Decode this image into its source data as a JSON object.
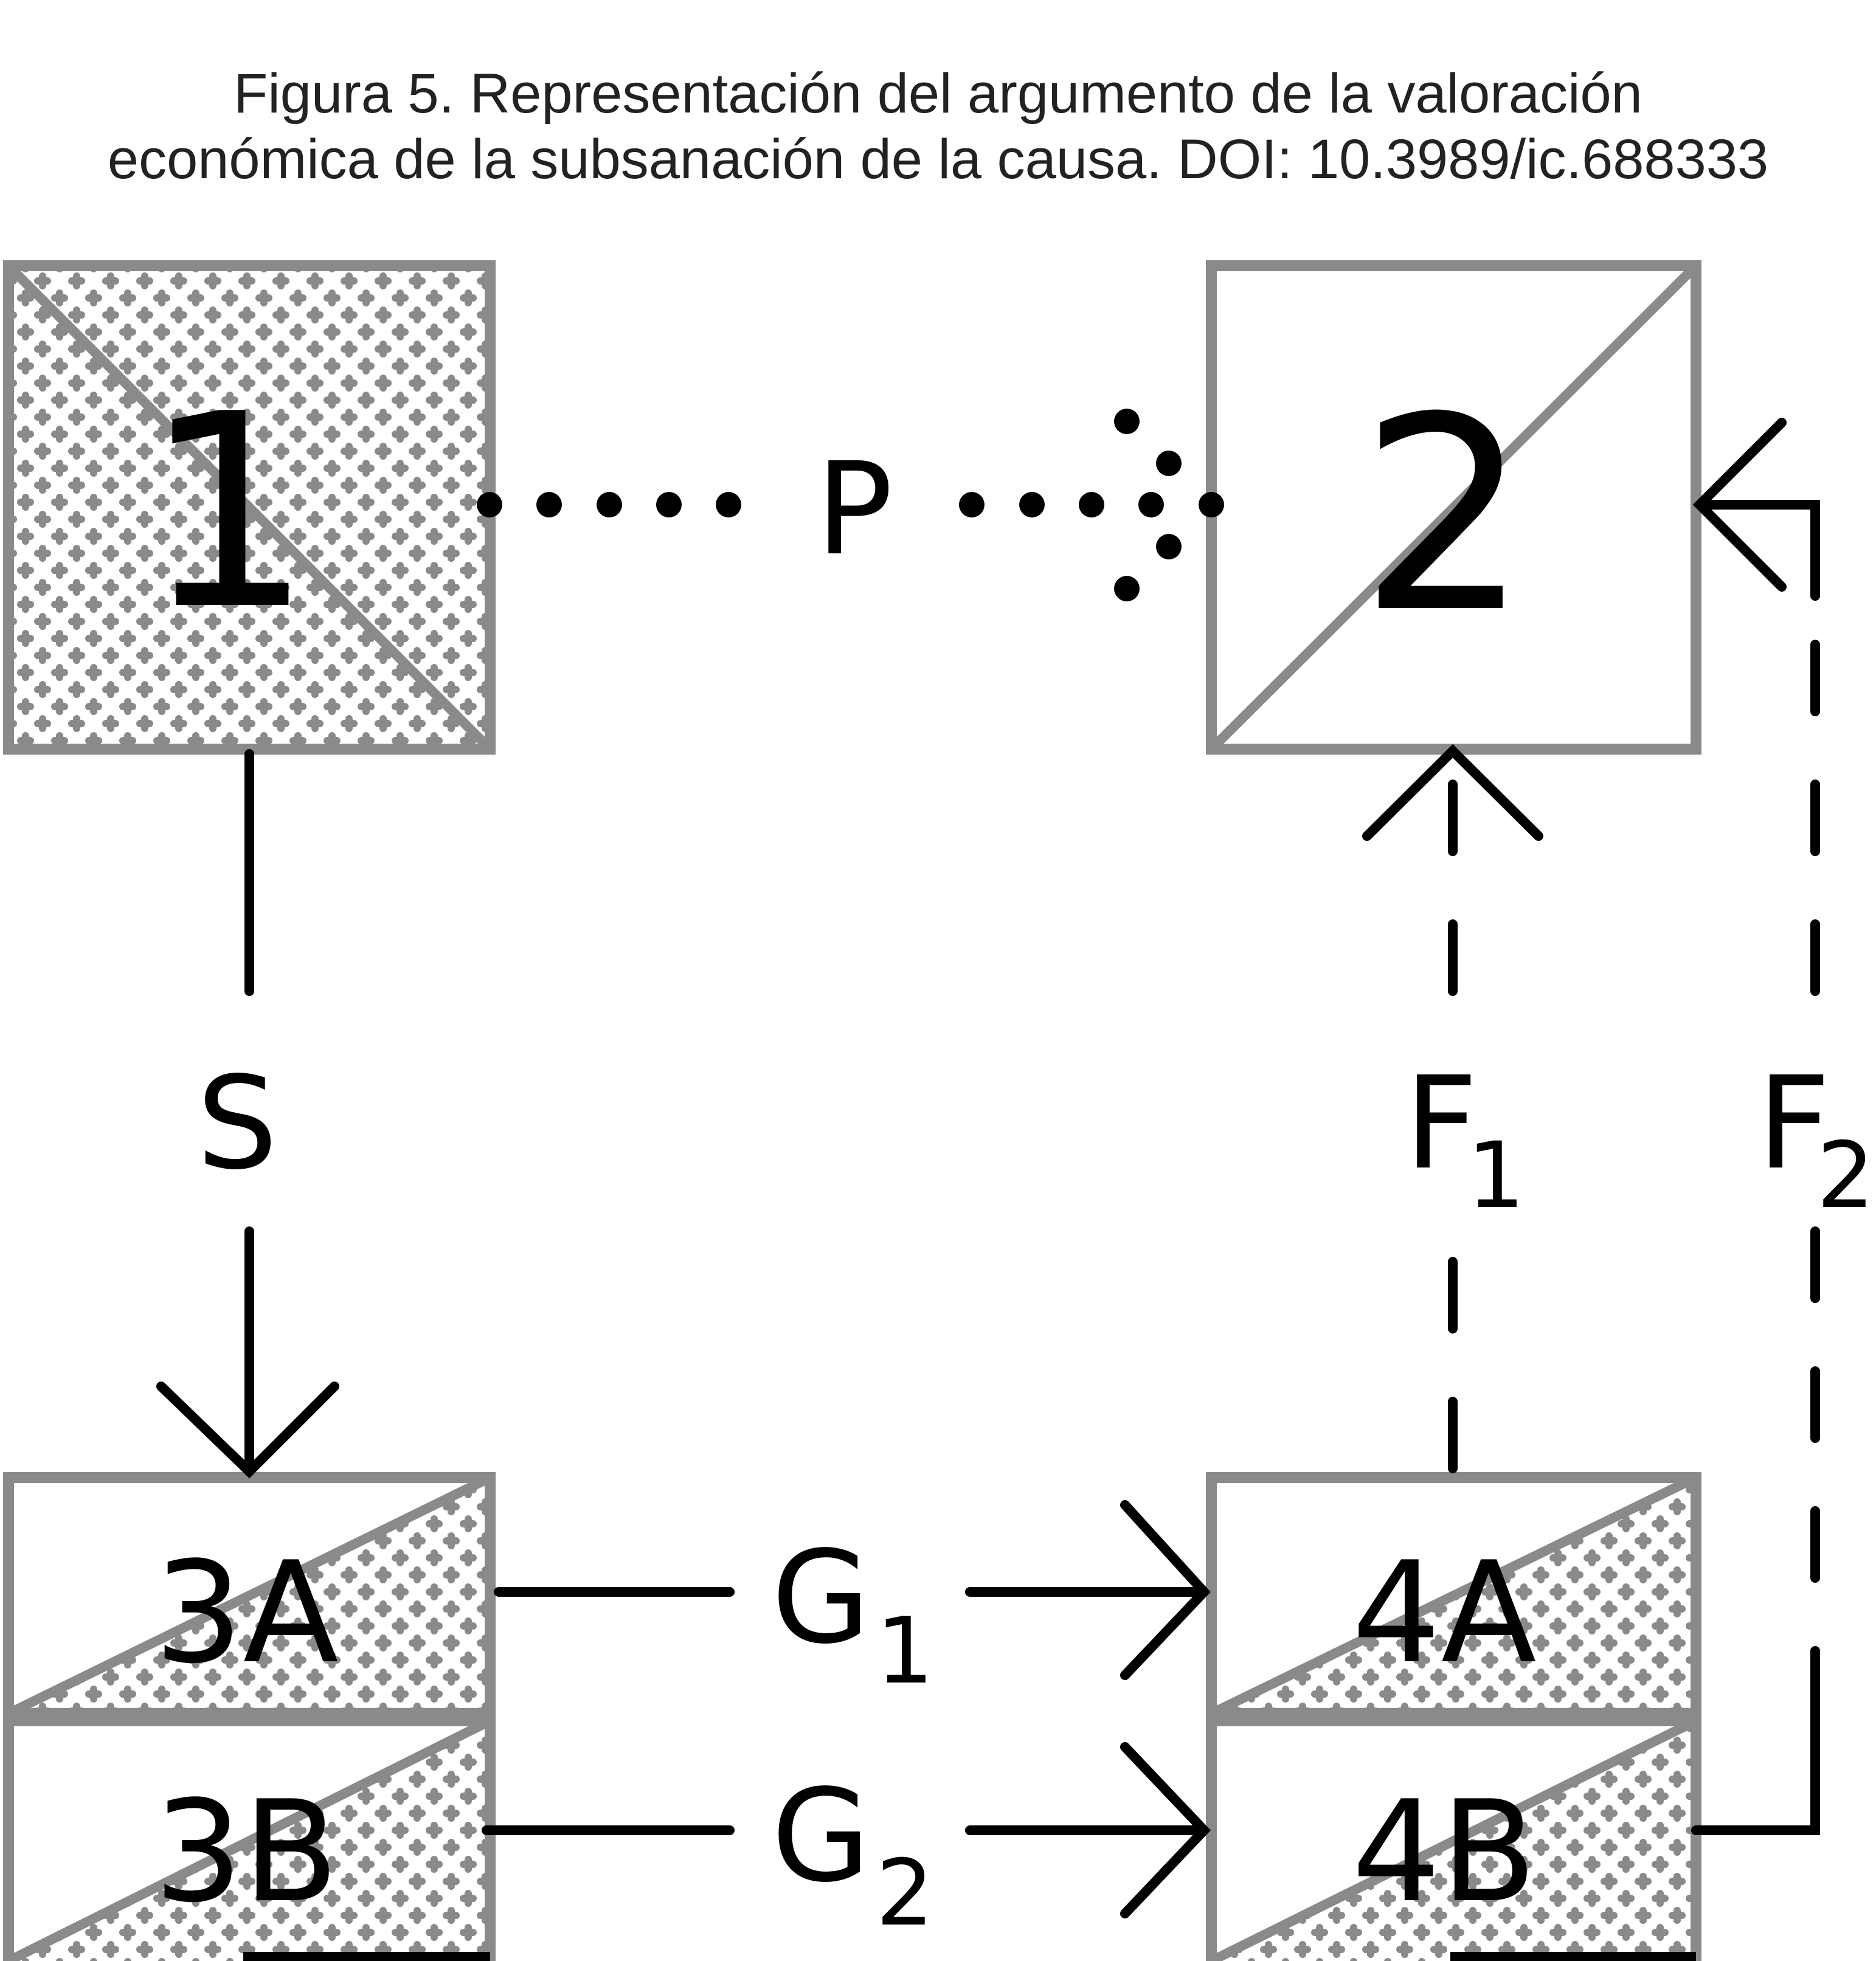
{
  "caption": {
    "line1": "Figura 5. Representación del argumento de la valoración",
    "line2": "económica de la subsanación de la causa. DOI: 10.3989/ic.688333"
  },
  "nodes": {
    "n1": "1",
    "n2": "2",
    "n3a": "3A",
    "n3b": "3B",
    "n4a": "4A",
    "n4b": "4B"
  },
  "edges": {
    "p": {
      "label": "P",
      "style": "dotted"
    },
    "s": {
      "label": "S",
      "style": "solid"
    },
    "g1": {
      "label": "G",
      "sub": "1",
      "style": "solid"
    },
    "g2": {
      "label": "G",
      "sub": "2",
      "style": "solid"
    },
    "f1": {
      "label": "F",
      "sub": "1",
      "style": "dashed"
    },
    "f2": {
      "label": "F",
      "sub": "2",
      "style": "dashed"
    }
  },
  "colors": {
    "box_stroke": "#8a8a8a",
    "pattern_dot": "#8a8a8a",
    "arrow": "#000000",
    "text": "#000000"
  }
}
